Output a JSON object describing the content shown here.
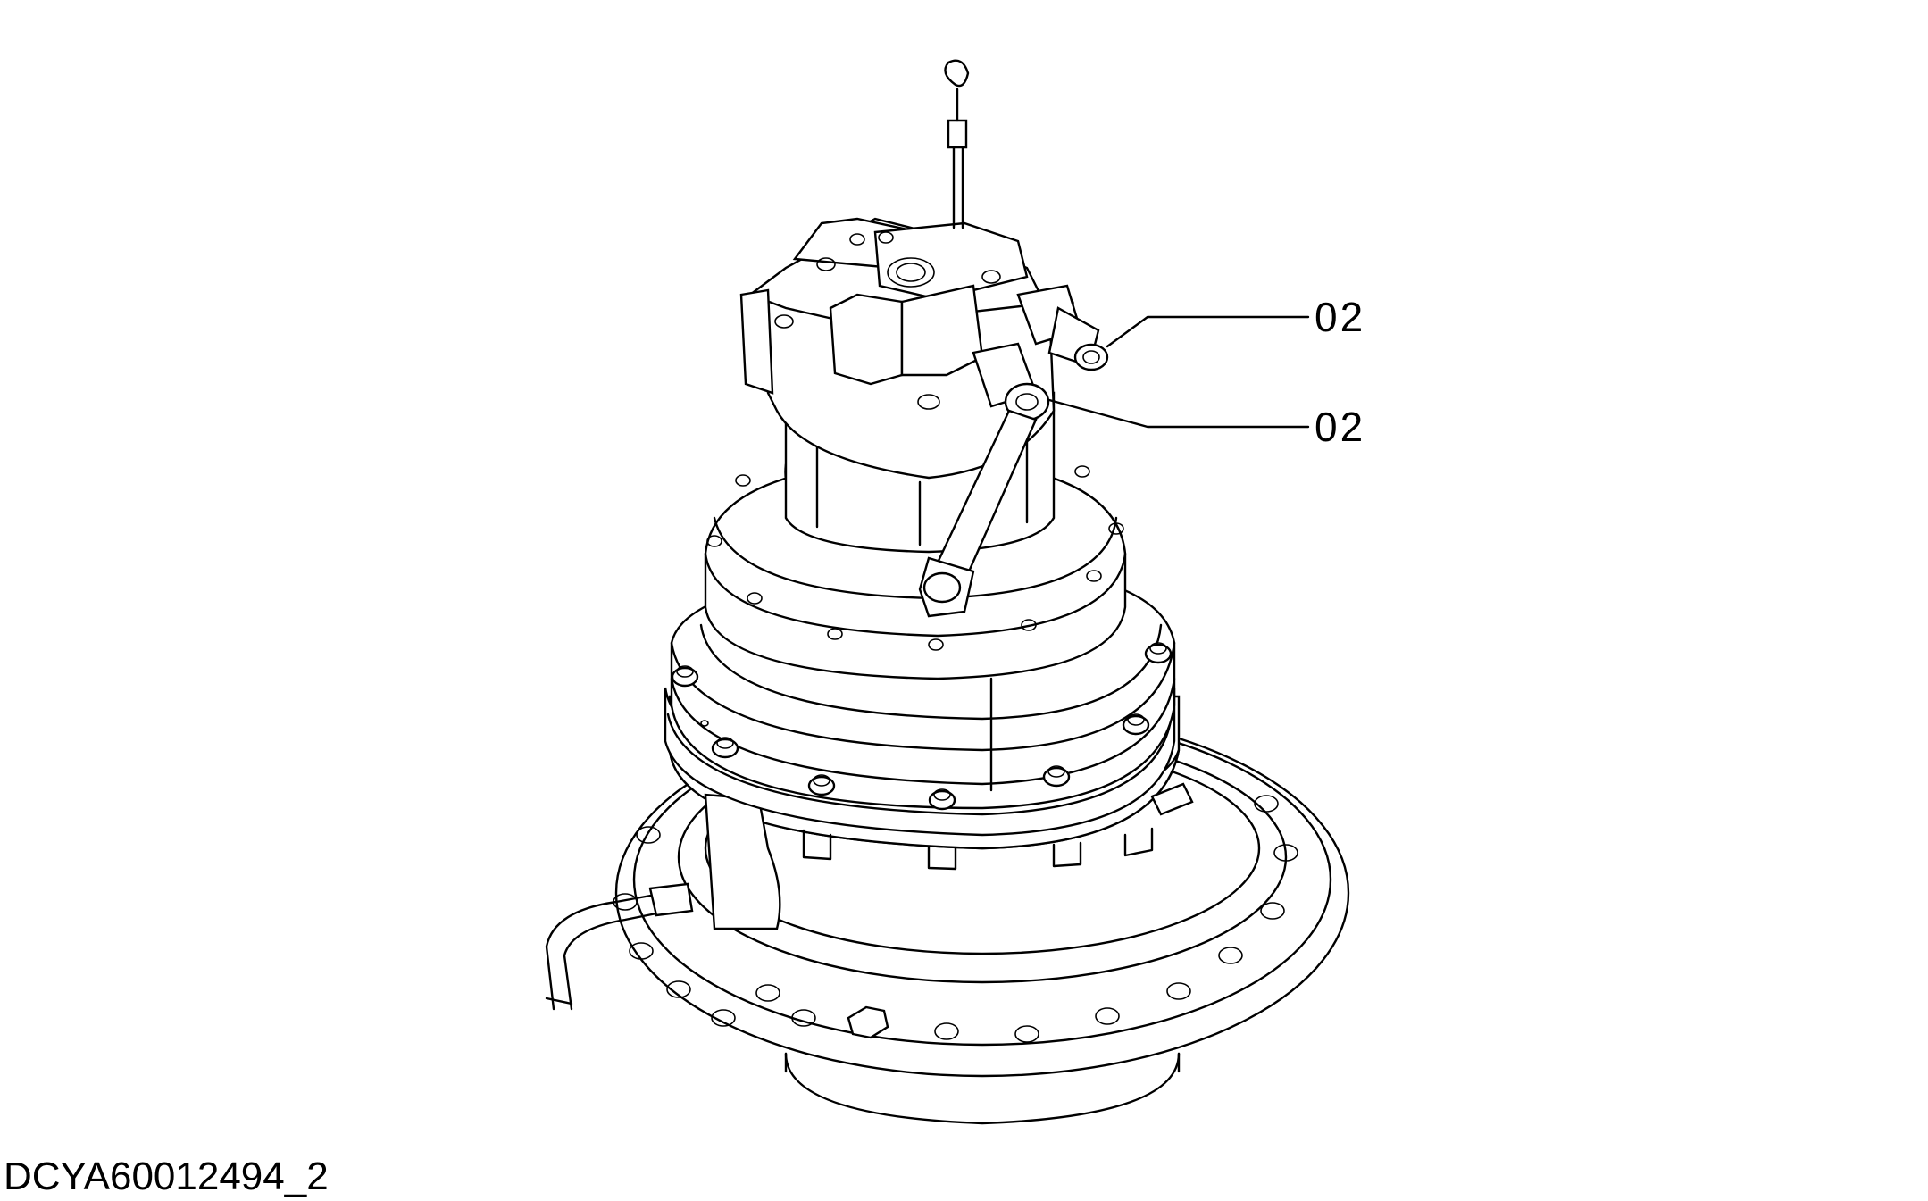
{
  "callouts": [
    {
      "label": "02"
    },
    {
      "label": "02"
    }
  ],
  "drawing_id": "DCYA60012494_2"
}
